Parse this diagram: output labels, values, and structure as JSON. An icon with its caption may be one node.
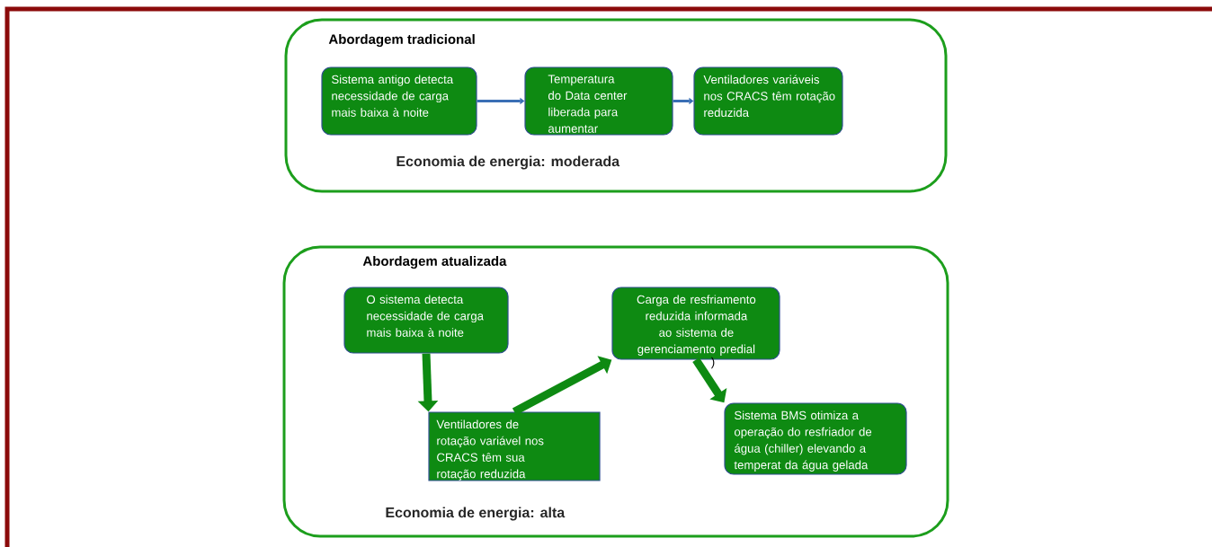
{
  "diagram": {
    "nodes": [
      {
        "text": [
          "Abordagem tradicional",
          "Economia de energia: moderada"
        ]
      },
      {
        "text": [
          "Sistema antigo detecta necessidade de carga mais baixa à noite"
        ],
        "in": 0
      },
      {
        "text": [
          "Temperatura do Data center liberada para aumentar"
        ],
        "in": 0
      },
      {
        "text": [
          "Ventiladores variáveis nos CRACS têm rotação reduzida"
        ],
        "in": 0
      },
      {
        "text": [
          "Abordagem atualizada",
          "Economia de energia: alta"
        ]
      },
      {
        "text": [
          "O sistema detecta necessidade de carga mais baixa à noite"
        ],
        "in": 4
      },
      {
        "text": [
          "Ventiladores de rotação variável nos CRACS têm sua rotação reduzida"
        ],
        "in": 4
      },
      {
        "text": [
          "Carga de resfriamento reduzida informada ao sistema de gerenciamento predial"
        ],
        "in": 4
      },
      {
        "text": [
          "Sistema BMS  otimiza a operação do resfriador de água (chiller) elevando a temperat da água gelada"
        ],
        "in": 4
      }
    ],
    "edges": [
      {
        "from": 1,
        "to": 2,
        "arrow": "to",
        "color": "#3a6fb5"
      },
      {
        "from": 2,
        "to": 3,
        "arrow": "to",
        "color": "#3a6fb5"
      },
      {
        "from": 5,
        "to": 6,
        "arrow": "to"
      },
      {
        "from": 6,
        "to": 7,
        "arrow": "to"
      },
      {
        "from": 7,
        "to": 8,
        "arrow": "to"
      }
    ],
    "labels": [
      ")"
    ]
  }
}
